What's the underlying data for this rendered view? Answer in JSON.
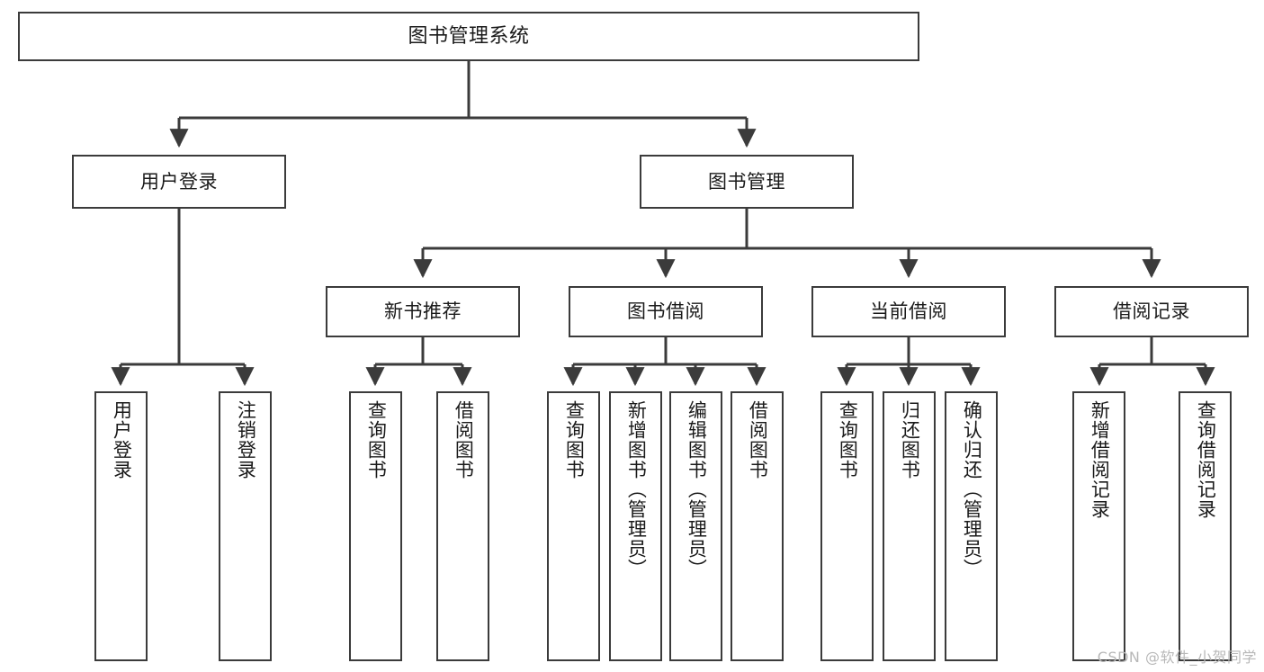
{
  "diagram": {
    "title": "图书管理系统",
    "type": "tree-hierarchy",
    "watermark": "CSDN @软件_小贺同学",
    "colors": {
      "background": "#ffffff",
      "box_border": "#3b3b3b",
      "connector": "#3b3b3b",
      "text": "#1a1a1a",
      "watermark": "#b8b8b8"
    },
    "levels": [
      {
        "level": 1,
        "nodes": [
          {
            "id": "root",
            "label": "图书管理系统",
            "orientation": "horizontal"
          }
        ]
      },
      {
        "level": 2,
        "nodes": [
          {
            "id": "login",
            "label": "用户登录",
            "orientation": "horizontal",
            "parent": "root"
          },
          {
            "id": "bookmgmt",
            "label": "图书管理",
            "orientation": "horizontal",
            "parent": "root"
          }
        ]
      },
      {
        "level": 3,
        "nodes": [
          {
            "id": "newbook",
            "label": "新书推荐",
            "orientation": "horizontal",
            "parent": "bookmgmt"
          },
          {
            "id": "borrow",
            "label": "图书借阅",
            "orientation": "horizontal",
            "parent": "bookmgmt"
          },
          {
            "id": "current",
            "label": "当前借阅",
            "orientation": "horizontal",
            "parent": "bookmgmt"
          },
          {
            "id": "records",
            "label": "借阅记录",
            "orientation": "horizontal",
            "parent": "bookmgmt"
          }
        ]
      },
      {
        "level": 4,
        "nodes": [
          {
            "id": "leaf1",
            "label": "用户登录",
            "orientation": "vertical",
            "parent": "login"
          },
          {
            "id": "leaf2",
            "label": "注销登录",
            "orientation": "vertical",
            "parent": "login"
          },
          {
            "id": "leaf3",
            "label": "查询图书",
            "orientation": "vertical",
            "parent": "newbook"
          },
          {
            "id": "leaf4",
            "label": "借阅图书",
            "orientation": "vertical",
            "parent": "newbook"
          },
          {
            "id": "leaf5",
            "label": "查询图书",
            "orientation": "vertical",
            "parent": "borrow"
          },
          {
            "id": "leaf6",
            "label": "新增图书（管理员）",
            "orientation": "vertical",
            "parent": "borrow"
          },
          {
            "id": "leaf7",
            "label": "编辑图书（管理员）",
            "orientation": "vertical",
            "parent": "borrow"
          },
          {
            "id": "leaf8",
            "label": "借阅图书",
            "orientation": "vertical",
            "parent": "borrow"
          },
          {
            "id": "leaf9",
            "label": "查询图书",
            "orientation": "vertical",
            "parent": "current"
          },
          {
            "id": "leaf10",
            "label": "归还图书",
            "orientation": "vertical",
            "parent": "current"
          },
          {
            "id": "leaf11",
            "label": "确认归还（管理员）",
            "orientation": "vertical",
            "parent": "current"
          },
          {
            "id": "leaf12",
            "label": "新增借阅记录",
            "orientation": "vertical",
            "parent": "records"
          },
          {
            "id": "leaf13",
            "label": "查询借阅记录",
            "orientation": "vertical",
            "parent": "records"
          }
        ]
      }
    ]
  }
}
